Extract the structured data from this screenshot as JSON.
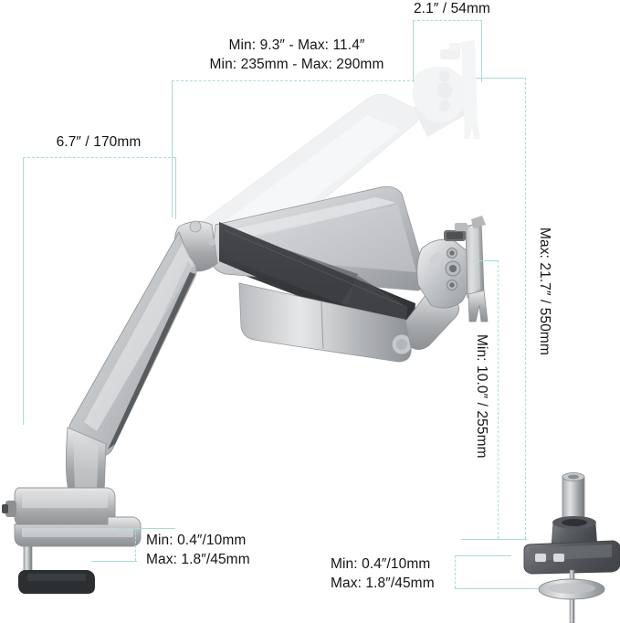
{
  "diagram": {
    "title": "Gas spring monitor arm dimension diagram",
    "product": "single monitor desk mount arm",
    "accent_color": "#a8dcd9",
    "text_color": "#141414",
    "background": "#ffffff"
  },
  "annotations": {
    "top_head_width": {
      "text": "2.1″ / 54mm",
      "measures": "monitor head bracket depth"
    },
    "arm_lift_range": {
      "line1": "Min: 9.3″ - Max: 11.4″",
      "line2": "Min: 235mm - Max: 290mm",
      "measures": "vertical travel of upper arm segment"
    },
    "base_offset": {
      "text": "6.7″ / 170mm",
      "measures": "clamp base to first joint"
    },
    "max_height": {
      "text": "Max: 21.7″ / 550mm",
      "measures": "maximum monitor height above desk"
    },
    "min_height": {
      "text": "Min: 10.0″ / 255mm",
      "measures": "minimum monitor height above desk"
    },
    "clamp_thickness": {
      "line1": "Min: 0.4″/10mm",
      "line2": "Max: 1.8″/45mm",
      "measures": "C-clamp desk thickness range"
    },
    "grommet_thickness": {
      "line1": "Min: 0.4″/10mm",
      "line2": "Max: 1.8″/45mm",
      "measures": "grommet mount desk thickness range"
    }
  },
  "parts": {
    "upper_arm_ghost": "raised-position-arm-ghost",
    "lower_arm": "gas-spring-arm",
    "vesa_head": "vesa-tilt-head",
    "vesa_head_ghost": "vesa-tilt-head-ghost",
    "c_clamp": "desk-c-clamp-base",
    "grommet_mount": "grommet-mount-base"
  }
}
